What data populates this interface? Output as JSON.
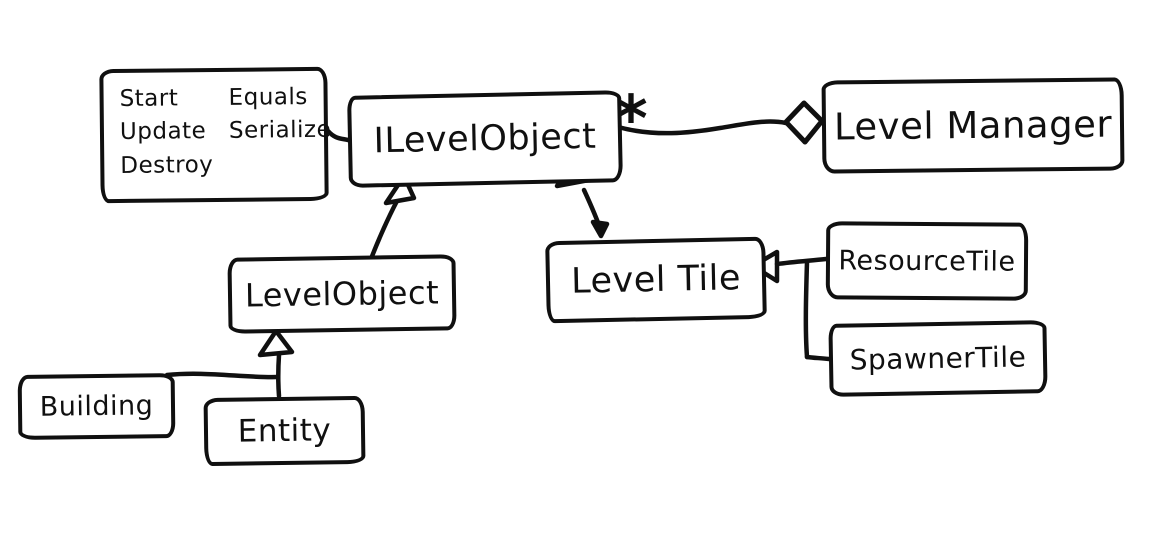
{
  "canvas": {
    "background": "#ffffff",
    "ink": "#101010"
  },
  "boxes": {
    "methods": {
      "col1": [
        "Start",
        "Update",
        "Destroy"
      ],
      "col2": [
        "Equals",
        "Serialize"
      ]
    },
    "ilevelobject": {
      "label": "ILevelObject"
    },
    "levelmanager": {
      "label": "Level Manager"
    },
    "levelobject": {
      "label": "LevelObject"
    },
    "leveltile": {
      "label": "Level Tile"
    },
    "resourcetile": {
      "label": "ResourceTile"
    },
    "spawnertile": {
      "label": "SpawnerTile"
    },
    "building": {
      "label": "Building"
    },
    "entity": {
      "label": "Entity"
    }
  },
  "relations": {
    "multiplicity": "*",
    "edges": [
      {
        "from": "ILevelObject",
        "to": "LevelManager",
        "type": "aggregation",
        "multiplicity": "*"
      },
      {
        "from": "methods-note",
        "to": "ILevelObject",
        "type": "note-link"
      },
      {
        "from": "LevelObject",
        "to": "ILevelObject",
        "type": "inheritance"
      },
      {
        "from": "LevelTile",
        "to": "ILevelObject",
        "type": "inheritance"
      },
      {
        "from": "ResourceTile",
        "to": "LevelTile",
        "type": "inheritance"
      },
      {
        "from": "SpawnerTile",
        "to": "LevelTile",
        "type": "inheritance"
      },
      {
        "from": "Building",
        "to": "LevelObject",
        "type": "inheritance"
      },
      {
        "from": "Entity",
        "to": "LevelObject",
        "type": "inheritance"
      }
    ]
  }
}
